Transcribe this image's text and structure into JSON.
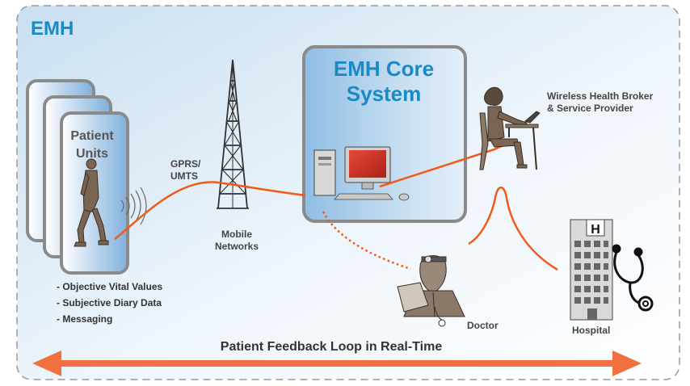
{
  "title": "EMH",
  "core_system": {
    "title_line1": "EMH Core",
    "title_line2": "System"
  },
  "patient_units": {
    "title_line1": "Patient",
    "title_line2": "Units"
  },
  "bullets": [
    "- Objective Vital Values",
    "- Subjective Diary Data",
    "- Messaging"
  ],
  "gprs": {
    "line1": "GPRS/",
    "line2": "UMTS"
  },
  "mobile_networks": {
    "line1": "Mobile",
    "line2": "Networks"
  },
  "broker": {
    "line1": "Wireless Health Broker",
    "line2": "& Service Provider"
  },
  "doctor": "Doctor",
  "hospital": "Hospital",
  "hospital_sign": "H",
  "feedback_loop": "Patient Feedback Loop in Real-Time",
  "colors": {
    "accent_blue": "#1a8ac6",
    "link_orange": "#f05a1a",
    "panel_blue": "#b9d6ec",
    "tower": "#333333"
  }
}
